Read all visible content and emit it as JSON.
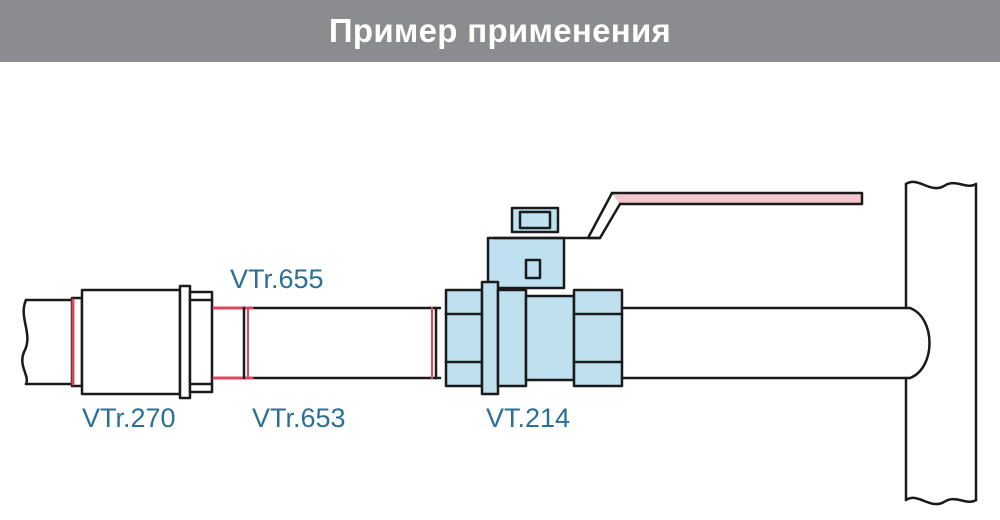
{
  "header": {
    "title": "Пример применения"
  },
  "labels": {
    "vtr655": "VTr.655",
    "vtr270": "VTr.270",
    "vtr653": "VTr.653",
    "vt214": "VT.214"
  },
  "colors": {
    "header_bg": "#8a8c8f",
    "label_text": "#2b6f97",
    "outline": "#1a1a1a",
    "fitting_fill": "#bfe0ee",
    "thread_red": "#d9485f",
    "handle_fill": "#f2c6cd"
  }
}
